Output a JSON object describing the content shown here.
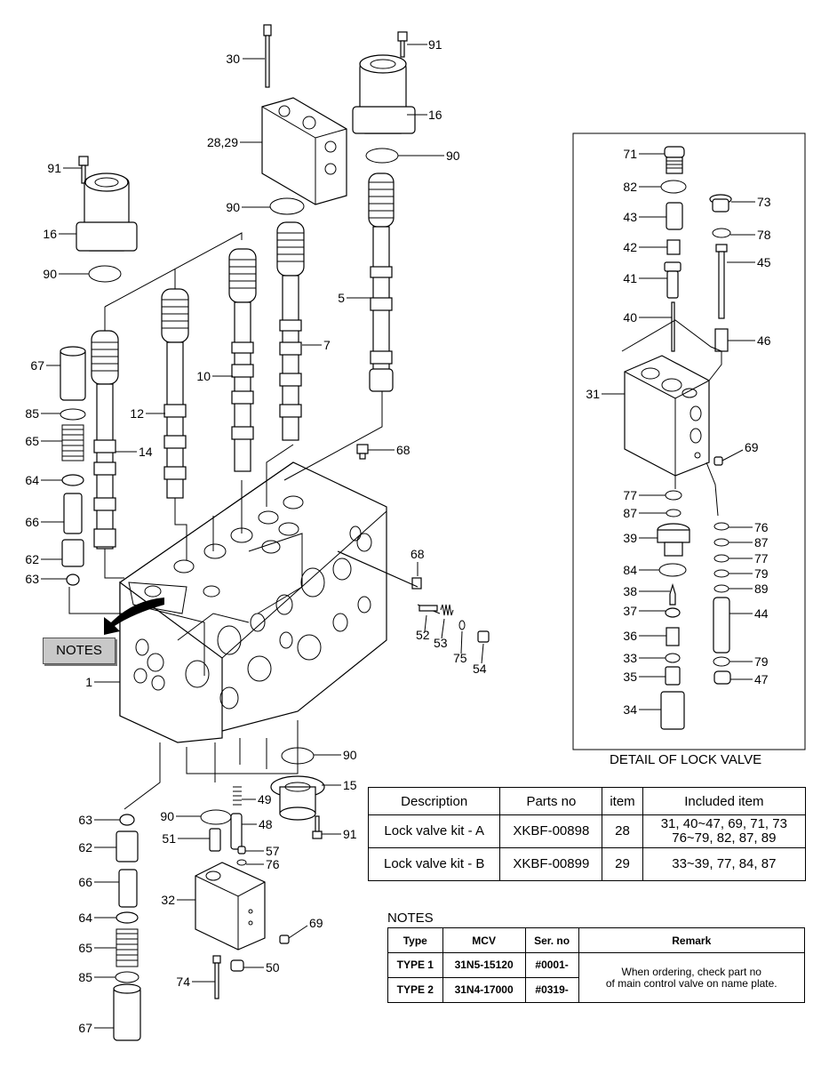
{
  "callouts": [
    {
      "id": "c1",
      "label": "30"
    },
    {
      "id": "c2",
      "label": "91"
    },
    {
      "id": "c3",
      "label": "16"
    },
    {
      "id": "c4",
      "label": "28,29"
    },
    {
      "id": "c5",
      "label": "90"
    },
    {
      "id": "c6",
      "label": "91"
    },
    {
      "id": "c7",
      "label": "90"
    },
    {
      "id": "c8",
      "label": "16"
    },
    {
      "id": "c9",
      "label": "90"
    },
    {
      "id": "c10",
      "label": "5"
    },
    {
      "id": "c11",
      "label": "7"
    },
    {
      "id": "c12",
      "label": "67"
    },
    {
      "id": "c13",
      "label": "10"
    },
    {
      "id": "c14",
      "label": "85"
    },
    {
      "id": "c15",
      "label": "12"
    },
    {
      "id": "c16",
      "label": "65"
    },
    {
      "id": "c17",
      "label": "14"
    },
    {
      "id": "c18",
      "label": "64"
    },
    {
      "id": "c19",
      "label": "68"
    },
    {
      "id": "c20",
      "label": "66"
    },
    {
      "id": "c21",
      "label": "62"
    },
    {
      "id": "c22",
      "label": "68"
    },
    {
      "id": "c23",
      "label": "63"
    },
    {
      "id": "c24",
      "label": "52"
    },
    {
      "id": "c25",
      "label": "53"
    },
    {
      "id": "c26",
      "label": "75"
    },
    {
      "id": "c27",
      "label": "54"
    },
    {
      "id": "c28",
      "label": "1"
    },
    {
      "id": "c29",
      "label": "90"
    },
    {
      "id": "c30",
      "label": "15"
    },
    {
      "id": "c31",
      "label": "49"
    },
    {
      "id": "c32",
      "label": "63"
    },
    {
      "id": "c33",
      "label": "90"
    },
    {
      "id": "c34",
      "label": "48"
    },
    {
      "id": "c35",
      "label": "91"
    },
    {
      "id": "c36",
      "label": "62"
    },
    {
      "id": "c37",
      "label": "51"
    },
    {
      "id": "c38",
      "label": "57"
    },
    {
      "id": "c39",
      "label": "76"
    },
    {
      "id": "c40",
      "label": "66"
    },
    {
      "id": "c41",
      "label": "32"
    },
    {
      "id": "c42",
      "label": "69"
    },
    {
      "id": "c43",
      "label": "64"
    },
    {
      "id": "c44",
      "label": "65"
    },
    {
      "id": "c45",
      "label": "50"
    },
    {
      "id": "c46",
      "label": "85"
    },
    {
      "id": "c47",
      "label": "74"
    },
    {
      "id": "c48",
      "label": "67"
    },
    {
      "id": "d1",
      "label": "71"
    },
    {
      "id": "d2",
      "label": "82"
    },
    {
      "id": "d3",
      "label": "73"
    },
    {
      "id": "d4",
      "label": "43"
    },
    {
      "id": "d5",
      "label": "78"
    },
    {
      "id": "d6",
      "label": "42"
    },
    {
      "id": "d7",
      "label": "45"
    },
    {
      "id": "d8",
      "label": "41"
    },
    {
      "id": "d9",
      "label": "40"
    },
    {
      "id": "d10",
      "label": "46"
    },
    {
      "id": "d11",
      "label": "31"
    },
    {
      "id": "d12",
      "label": "69"
    },
    {
      "id": "d13",
      "label": "77"
    },
    {
      "id": "d14",
      "label": "87"
    },
    {
      "id": "d15",
      "label": "76"
    },
    {
      "id": "d16",
      "label": "39"
    },
    {
      "id": "d17",
      "label": "87"
    },
    {
      "id": "d18",
      "label": "77"
    },
    {
      "id": "d19",
      "label": "84"
    },
    {
      "id": "d20",
      "label": "79"
    },
    {
      "id": "d21",
      "label": "38"
    },
    {
      "id": "d22",
      "label": "89"
    },
    {
      "id": "d23",
      "label": "37"
    },
    {
      "id": "d24",
      "label": "44"
    },
    {
      "id": "d25",
      "label": "36"
    },
    {
      "id": "d26",
      "label": "33"
    },
    {
      "id": "d27",
      "label": "79"
    },
    {
      "id": "d28",
      "label": "35"
    },
    {
      "id": "d29",
      "label": "47"
    },
    {
      "id": "d30",
      "label": "34"
    }
  ],
  "notes_badge": "NOTES",
  "detail_caption": "DETAIL OF LOCK VALVE",
  "kit_table": {
    "headers": [
      "Description",
      "Parts no",
      "item",
      "Included item"
    ],
    "rows": [
      {
        "description": "Lock valve kit - A",
        "parts_no": "XKBF-00898",
        "item": "28",
        "included_1": "31, 40~47, 69, 71, 73",
        "included_2": "76~79, 82, 87, 89"
      },
      {
        "description": "Lock valve kit - B",
        "parts_no": "XKBF-00899",
        "item": "29",
        "included_1": "33~39, 77, 84, 87",
        "included_2": ""
      }
    ]
  },
  "notes": {
    "title": "NOTES",
    "headers": [
      "Type",
      "MCV",
      "Ser. no",
      "Remark"
    ],
    "rows": [
      {
        "type": "TYPE 1",
        "mcv": "31N5-15120",
        "serial": "#0001-"
      },
      {
        "type": "TYPE 2",
        "mcv": "31N4-17000",
        "serial": "#0319-"
      }
    ],
    "remark_1": "When ordering, check part no",
    "remark_2": "of main control valve on name plate."
  }
}
